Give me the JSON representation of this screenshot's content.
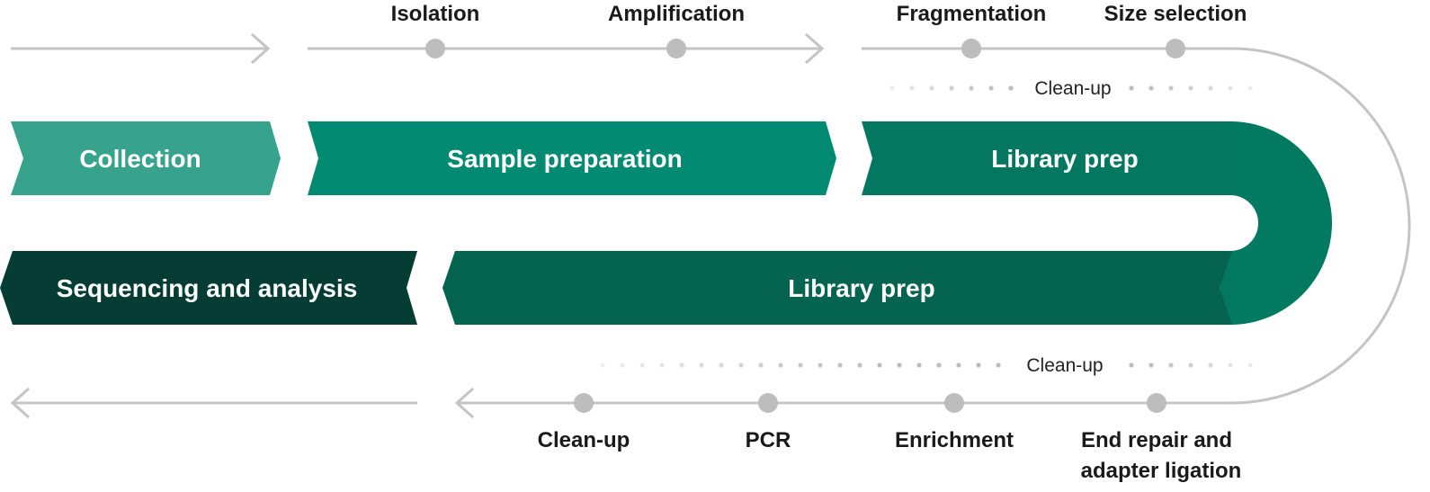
{
  "colors": {
    "collection": "#37a38c",
    "sample_prep": "#038a72",
    "library_prep_top": "#03775f",
    "library_prep_bottom": "#046450",
    "sequencing": "#053c33",
    "track": "#c4c4c4",
    "dot": "#bdbdbd",
    "dot_faint": "#e3e3e3"
  },
  "stages": {
    "collection": "Collection",
    "sample_preparation": "Sample preparation",
    "library_prep_top": "Library prep",
    "library_prep_bottom": "Library prep",
    "sequencing": "Sequencing and analysis"
  },
  "top_steps": {
    "isolation": "Isolation",
    "amplification": "Amplification",
    "fragmentation": "Fragmentation",
    "size_selection": "Size selection"
  },
  "top_cleanup": "Clean-up",
  "bottom_cleanup": "Clean-up",
  "bottom_steps": {
    "cleanup": "Clean-up",
    "pcr": "PCR",
    "enrichment": "Enrichment",
    "end_repair_line1": "End repair and",
    "end_repair_line2": "adapter ligation"
  }
}
